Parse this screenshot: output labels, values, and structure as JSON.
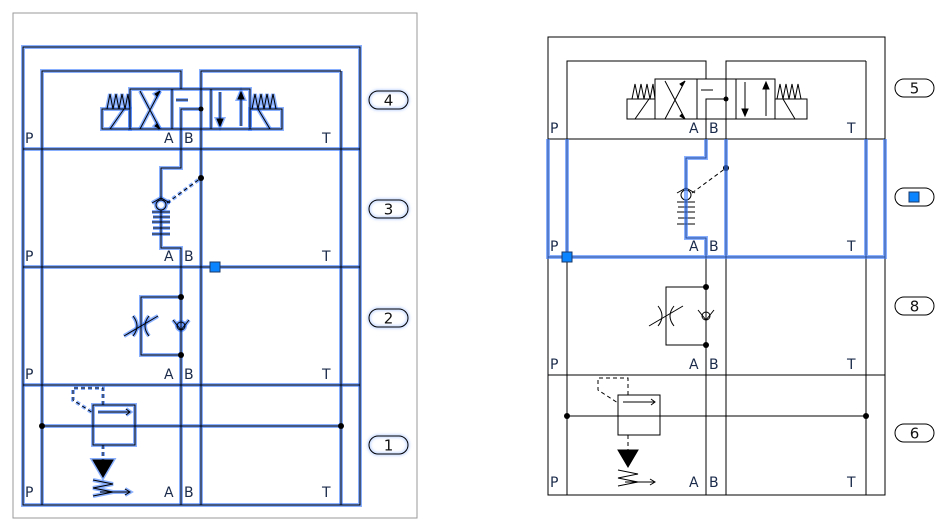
{
  "colors": {
    "selection": "#3a7bff",
    "grip": "#0a84ff",
    "line": "#000000",
    "frame": "#9a9a9a"
  },
  "left_stack": {
    "selected": true,
    "rows": [
      {
        "ports": [
          "P",
          "A",
          "B",
          "T"
        ]
      },
      {
        "ports": [
          "P",
          "A",
          "B",
          "T"
        ]
      },
      {
        "ports": [
          "P",
          "A",
          "B",
          "T"
        ]
      },
      {
        "ports": [
          "P",
          "A",
          "B",
          "T"
        ]
      }
    ],
    "balloons": [
      "4",
      "3",
      "2",
      "1"
    ]
  },
  "right_stack": {
    "selected_section": 2,
    "rows": [
      {
        "ports": [
          "P",
          "A",
          "B",
          "T"
        ]
      },
      {
        "ports": [
          "P",
          "A",
          "B",
          "T"
        ]
      },
      {
        "ports": [
          "P",
          "A",
          "B",
          "T"
        ]
      },
      {
        "ports": [
          "P",
          "A",
          "B",
          "T"
        ]
      }
    ],
    "balloons": [
      "5",
      "",
      "8",
      "6"
    ]
  }
}
